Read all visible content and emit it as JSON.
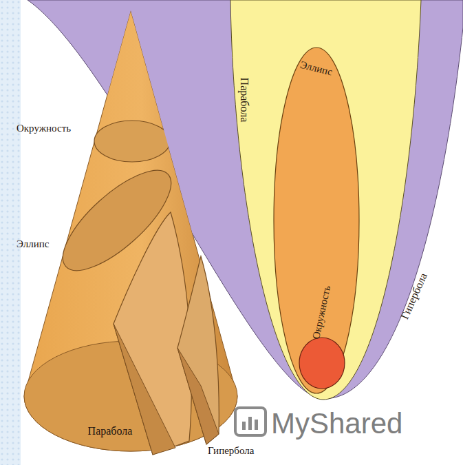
{
  "diagram": {
    "nodes": [
      {
        "text": [
          "Гипербола"
        ]
      },
      {
        "text": [
          "Парабола"
        ],
        "in": 0
      },
      {
        "text": [
          "Эллипс"
        ],
        "in": 1
      },
      {
        "text": [
          "Окружность"
        ],
        "in": 2
      }
    ],
    "labels": [
      "Окружность",
      "Эллипс",
      "Парабола",
      "Гипербола",
      "MyShared"
    ]
  }
}
